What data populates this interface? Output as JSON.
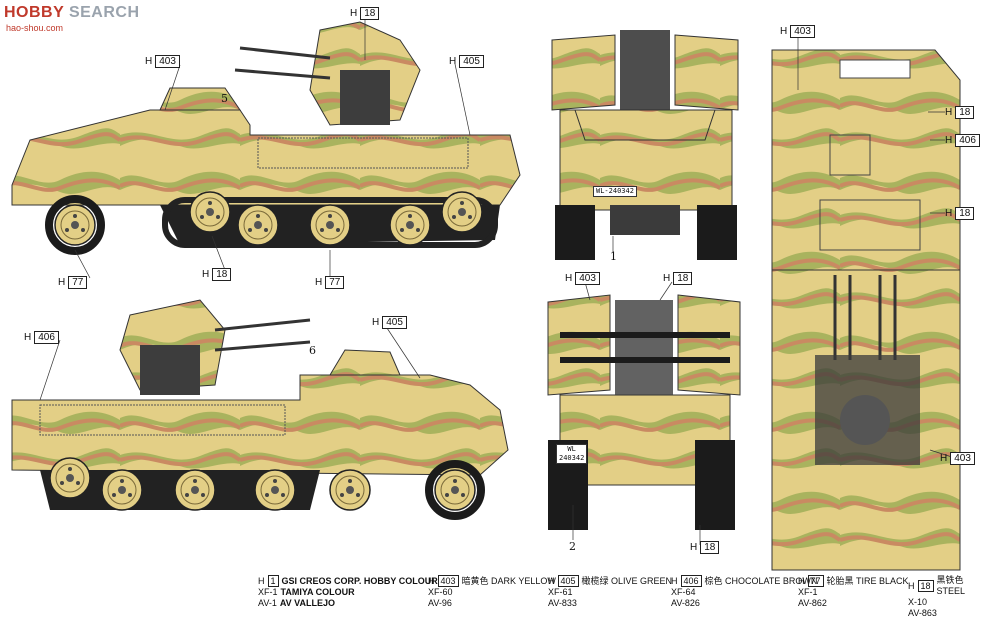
{
  "watermark": {
    "text_left": "HOBBY",
    "text_right": "SEARCH",
    "subtext": "hao-shou.com"
  },
  "labels": {
    "side_top_18": "18",
    "side_top_403": "403",
    "side_top_405": "405",
    "side_top_77a": "77",
    "side_top_18b": "18",
    "side_top_77b": "77",
    "side_bot_406": "406",
    "side_bot_405": "405",
    "front_403": "403",
    "front_406": "406",
    "front_18a": "18",
    "front_18b": "18",
    "rear_403": "403",
    "rear_18a": "18",
    "rear_18b": "18",
    "top_403": "403",
    "h": "H"
  },
  "callouts": {
    "c5": "5",
    "c6": "6",
    "c1": "1",
    "c2": "2"
  },
  "plates": {
    "front": "WL-240342",
    "rear_line1": "WL",
    "rear_line2": "240342"
  },
  "legend": {
    "brand1_code": "1",
    "brand1": "GSI CREOS CORP. HOBBY COLOUR",
    "brand2_code": "XF-1",
    "brand2": "TAMIYA COLOUR",
    "brand3_code": "AV-1",
    "brand3": "AV VALLEJO",
    "colors": [
      {
        "code": "403",
        "name": "暗黄色 DARK YELLOW",
        "tamiya": "XF-60",
        "vallejo": "AV-96"
      },
      {
        "code": "405",
        "name": "橄榄绿 OLIVE GREEN",
        "tamiya": "XF-61",
        "vallejo": "AV-833"
      },
      {
        "code": "406",
        "name": "棕色 CHOCOLATE BROWN",
        "tamiya": "XF-64",
        "vallejo": "AV-826"
      },
      {
        "code": "77",
        "name": "轮胎黑 TIRE BLACK",
        "tamiya": "XF-1",
        "vallejo": "AV-862"
      },
      {
        "code": "18",
        "name": "黑铁色 STEEL",
        "tamiya": "X-10",
        "vallejo": "AV-863"
      }
    ]
  },
  "palette": {
    "yellow": "#e3cf86",
    "green": "#a9b35e",
    "brown": "#c98a62",
    "black": "#1b1b1b",
    "steel": "#4a4a4a"
  }
}
